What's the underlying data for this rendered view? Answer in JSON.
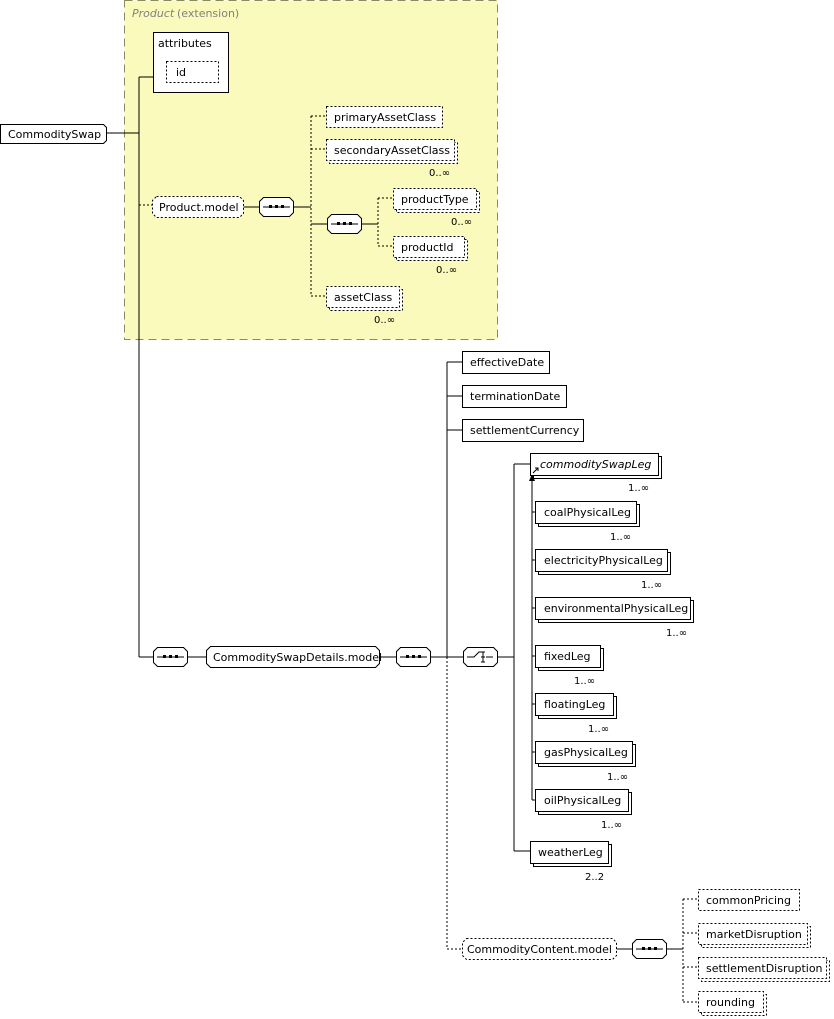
{
  "extension": {
    "title": "Product",
    "note": "(extension)"
  },
  "root": {
    "label": "CommoditySwap"
  },
  "attributes": {
    "label": "attributes",
    "id_label": "id"
  },
  "product_model": {
    "label": "Product.model",
    "primaryAssetClass": "primaryAssetClass",
    "secondaryAssetClass": "secondaryAssetClass",
    "secondaryAssetClass_card": "0..∞",
    "productType": "productType",
    "productType_card": "0..∞",
    "productId": "productId",
    "productId_card": "0..∞",
    "assetClass": "assetClass",
    "assetClass_card": "0..∞"
  },
  "details": {
    "label": "CommoditySwapDetails.model",
    "effectiveDate": "effectiveDate",
    "terminationDate": "terminationDate",
    "settlementCurrency": "settlementCurrency",
    "legs": [
      {
        "label": "commoditySwapLeg",
        "card": "1..∞"
      },
      {
        "label": "coalPhysicalLeg",
        "card": "1..∞"
      },
      {
        "label": "electricityPhysicalLeg",
        "card": "1..∞"
      },
      {
        "label": "environmentalPhysicalLeg",
        "card": "1..∞"
      },
      {
        "label": "fixedLeg",
        "card": "1..∞"
      },
      {
        "label": "floatingLeg",
        "card": "1..∞"
      },
      {
        "label": "gasPhysicalLeg",
        "card": "1..∞"
      },
      {
        "label": "oilPhysicalLeg",
        "card": "1..∞"
      }
    ],
    "weatherLeg": "weatherLeg",
    "weatherLeg_card": "2..2"
  },
  "commodity_content": {
    "label": "CommodityContent.model",
    "items": [
      "commonPricing",
      "marketDisruption",
      "settlementDisruption",
      "rounding"
    ]
  }
}
